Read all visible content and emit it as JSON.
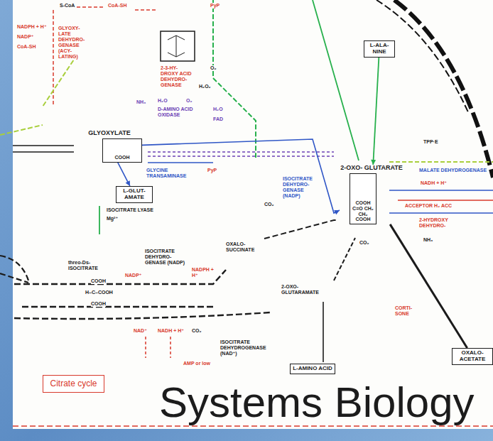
{
  "diagram": {
    "title": "Systems Biology",
    "nodes": [
      {
        "text": [
          "L-ALA- NINE"
        ]
      },
      {
        "text": [
          "GLYOXYLATE",
          "COOH"
        ]
      },
      {
        "text": [
          "2-OXO- GLUTARATE",
          "COOH C=O CH₂ CH₂ COOH"
        ]
      },
      {
        "text": [
          "L-GLUT- AMATE"
        ]
      },
      {
        "text": [
          "OXALO- ACETATE"
        ]
      },
      {
        "text": [
          "L-AMINO ACID"
        ]
      },
      {
        "text": [
          "Citrate cycle"
        ]
      }
    ],
    "edges": [
      {
        "from": 1,
        "to": 3,
        "arrow": "to"
      },
      {
        "from": 0,
        "to": 2,
        "arrow": "to"
      },
      {
        "from": 1,
        "to": 2,
        "arrow": "to"
      },
      {
        "from": 2,
        "to": 4,
        "arrow": "none"
      }
    ],
    "labels": [
      "S-CoA",
      "CoA-SH",
      "PyP",
      "NADPH + H⁺",
      "NADP⁺",
      "CoA-SH",
      "GLYOXY- LATE DEHYDRO- GENASE (ACY- LATING)",
      "2-3-HY- DROXY ACID DEHYDRO- GENASE",
      "O₂",
      "H₂O₂",
      "NH₃",
      "H₂O",
      "O₂",
      "D-AMINO ACID OXIDASE",
      "H₂O",
      "FAD",
      "GLYCINE TRANSAMINASE",
      "PyP",
      "ISOCITRATE LYASE",
      "Mg²⁺",
      "threo-Ds- ISOCITRATE",
      "COOH",
      "H–C–COOH",
      "COOH",
      "NADP⁺",
      "ISOCITRATE DEHYDRO- GENASE (NADP)",
      "NADPH + H⁺",
      "OXALO- SUCCINATE",
      "ISOCITRATE DEHYDRO- GENASE (NADP)",
      "CO₂",
      "2-OXO- GLUTARAMATE",
      "ISOCITRATE DEHYDROGENASE (NAD⁺)",
      "NAD⁺",
      "NADH + H⁺",
      "CO₂",
      "AMP or low",
      "MALATE DEHYDROGENASE",
      "NADH + H⁺",
      "ACCEPTOR H₂ ACC",
      "2-HYDROXY DEHYDRO-",
      "NH₃",
      "CORTI- SONE",
      "CO₂",
      "TPP·E"
    ]
  }
}
